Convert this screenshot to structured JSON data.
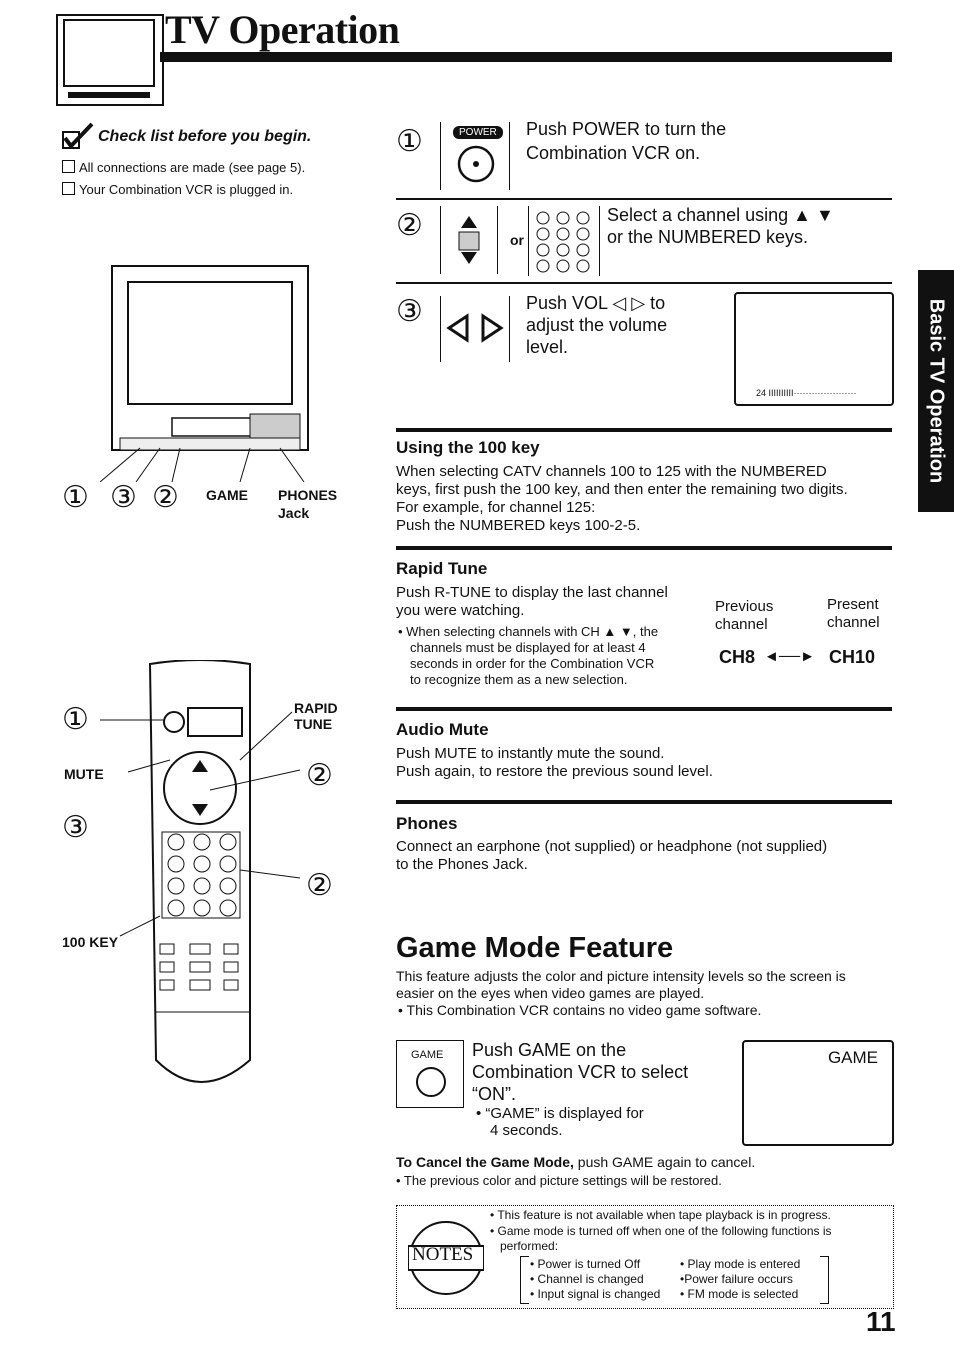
{
  "page": {
    "title": "TV Operation",
    "side_tab": "Basic TV Operation",
    "page_number": "11"
  },
  "checklist": {
    "title": "Check list before you begin.",
    "items": [
      "All connections are made (see page 5).",
      "Your Combination VCR is plugged in."
    ]
  },
  "tv_diagram": {
    "markers": [
      "①",
      "③",
      "②"
    ],
    "game_label": "GAME",
    "phones_label": "PHONES",
    "jack_label": "Jack"
  },
  "remote_diagram": {
    "rapid_label": "RAPID",
    "tune_label": "TUNE",
    "mute_label": "MUTE",
    "key100_label": "100 KEY",
    "marker1": "①",
    "marker2": "②",
    "marker3": "③",
    "marker2b": "②"
  },
  "steps": {
    "s1_num": "①",
    "s1_button": "POWER",
    "s1_line1": "Push POWER to turn the",
    "s1_line2": "Combination VCR on.",
    "s2_num": "②",
    "s2_or": "or",
    "s2_line1": "Select a channel using ▲ ▼",
    "s2_line2": "or the NUMBERED keys.",
    "s3_num": "③",
    "s3_line1": "Push VOL ◁ ▷ to",
    "s3_line2": "adjust the volume",
    "s3_line3": "level.",
    "s3_screen_value": "24",
    "s3_screen_bars": "IIIIIIIIII·····················"
  },
  "using_100": {
    "heading": "Using the 100 key",
    "line1": "When selecting CATV channels 100 to 125 with the NUMBERED",
    "line2": "keys, first push the 100 key, and then enter the remaining two digits.",
    "line3": "For example, for channel 125:",
    "line4": "Push the NUMBERED keys 100-2-5."
  },
  "rapid_tune": {
    "heading": "Rapid Tune",
    "line1": "Push R-TUNE to display the last channel",
    "line2": "you were watching.",
    "bullet1": "• When selecting channels with CH ▲ ▼, the",
    "bullet2": "channels must be displayed for at least 4",
    "bullet3": "seconds in order for the Combination VCR",
    "bullet4": "to recognize them as a new selection.",
    "prev1": "Previous",
    "prev2": "channel",
    "pres1": "Present",
    "pres2": "channel",
    "ch_prev": "CH8",
    "ch_arrow": "◄──►",
    "ch_pres": "CH10"
  },
  "audio_mute": {
    "heading": "Audio Mute",
    "line1": "Push MUTE to instantly mute the sound.",
    "line2": "Push again, to restore the previous sound level."
  },
  "phones": {
    "heading": "Phones",
    "line1": "Connect an earphone (not supplied) or headphone (not supplied)",
    "line2": "to the Phones Jack."
  },
  "game_mode": {
    "heading": "Game Mode Feature",
    "line1": "This feature adjusts the color and picture intensity levels so the screen is",
    "line2": "easier on the eyes when video games are played.",
    "bullet": "• This Combination VCR contains no video game software.",
    "button_label": "GAME",
    "step1": "Push GAME on the",
    "step2": "Combination VCR to select",
    "step3": "“ON”.",
    "sub1": "• “GAME” is displayed for",
    "sub2": "4 seconds.",
    "screen_text": "GAME",
    "cancel_bold": "To Cancel the Game Mode,",
    "cancel_rest": " push GAME again to cancel.",
    "cancel_bullet": "• The previous color and picture settings will be restored."
  },
  "notes": {
    "label": "NOTES",
    "n1": "• This feature is not available when tape playback is in progress.",
    "n2": "• Game mode is turned off when one of the following functions is",
    "n3": "performed:",
    "col1": [
      "• Power is turned Off",
      "• Channel is changed",
      "• Input signal is changed"
    ],
    "col2": [
      "• Play mode is entered",
      "•Power failure occurs",
      "• FM mode is selected"
    ]
  }
}
